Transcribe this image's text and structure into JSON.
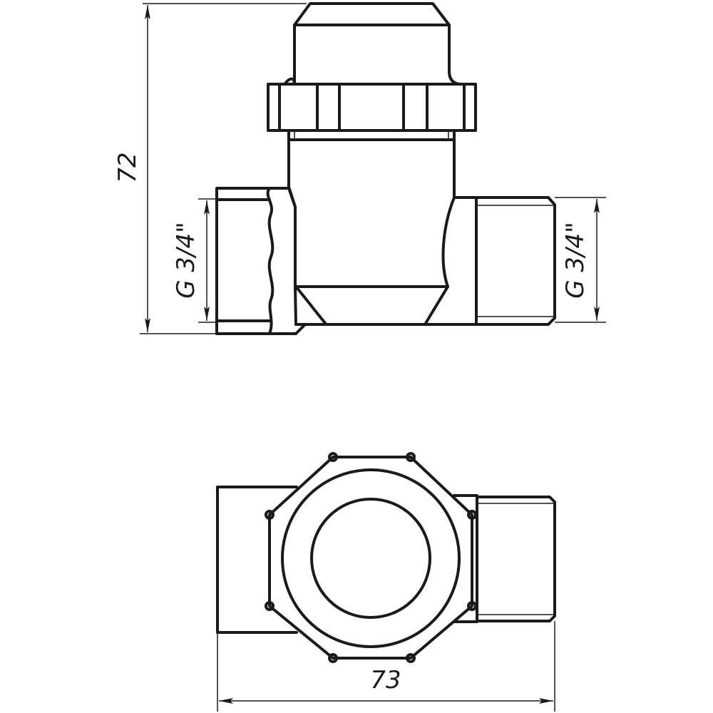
{
  "drawing": {
    "title": "Valve technical drawing - front and top views",
    "line_color": "#1a1a1a",
    "background": "#ffffff"
  },
  "dimensions": {
    "height": {
      "label": "72",
      "orientation": "vertical"
    },
    "width": {
      "label": "73",
      "orientation": "horizontal"
    },
    "thread_left": {
      "label": "G 3/4\"",
      "orientation": "vertical"
    },
    "thread_right": {
      "label": "G 3/4\"",
      "orientation": "vertical"
    }
  },
  "views": [
    {
      "name": "front-view",
      "components": [
        "cap",
        "union-nut",
        "body",
        "female-thread-end",
        "male-thread-end"
      ]
    },
    {
      "name": "top-view",
      "components": [
        "octagonal-nut",
        "outer-ring",
        "inner-bore",
        "left-port",
        "right-port"
      ]
    }
  ]
}
